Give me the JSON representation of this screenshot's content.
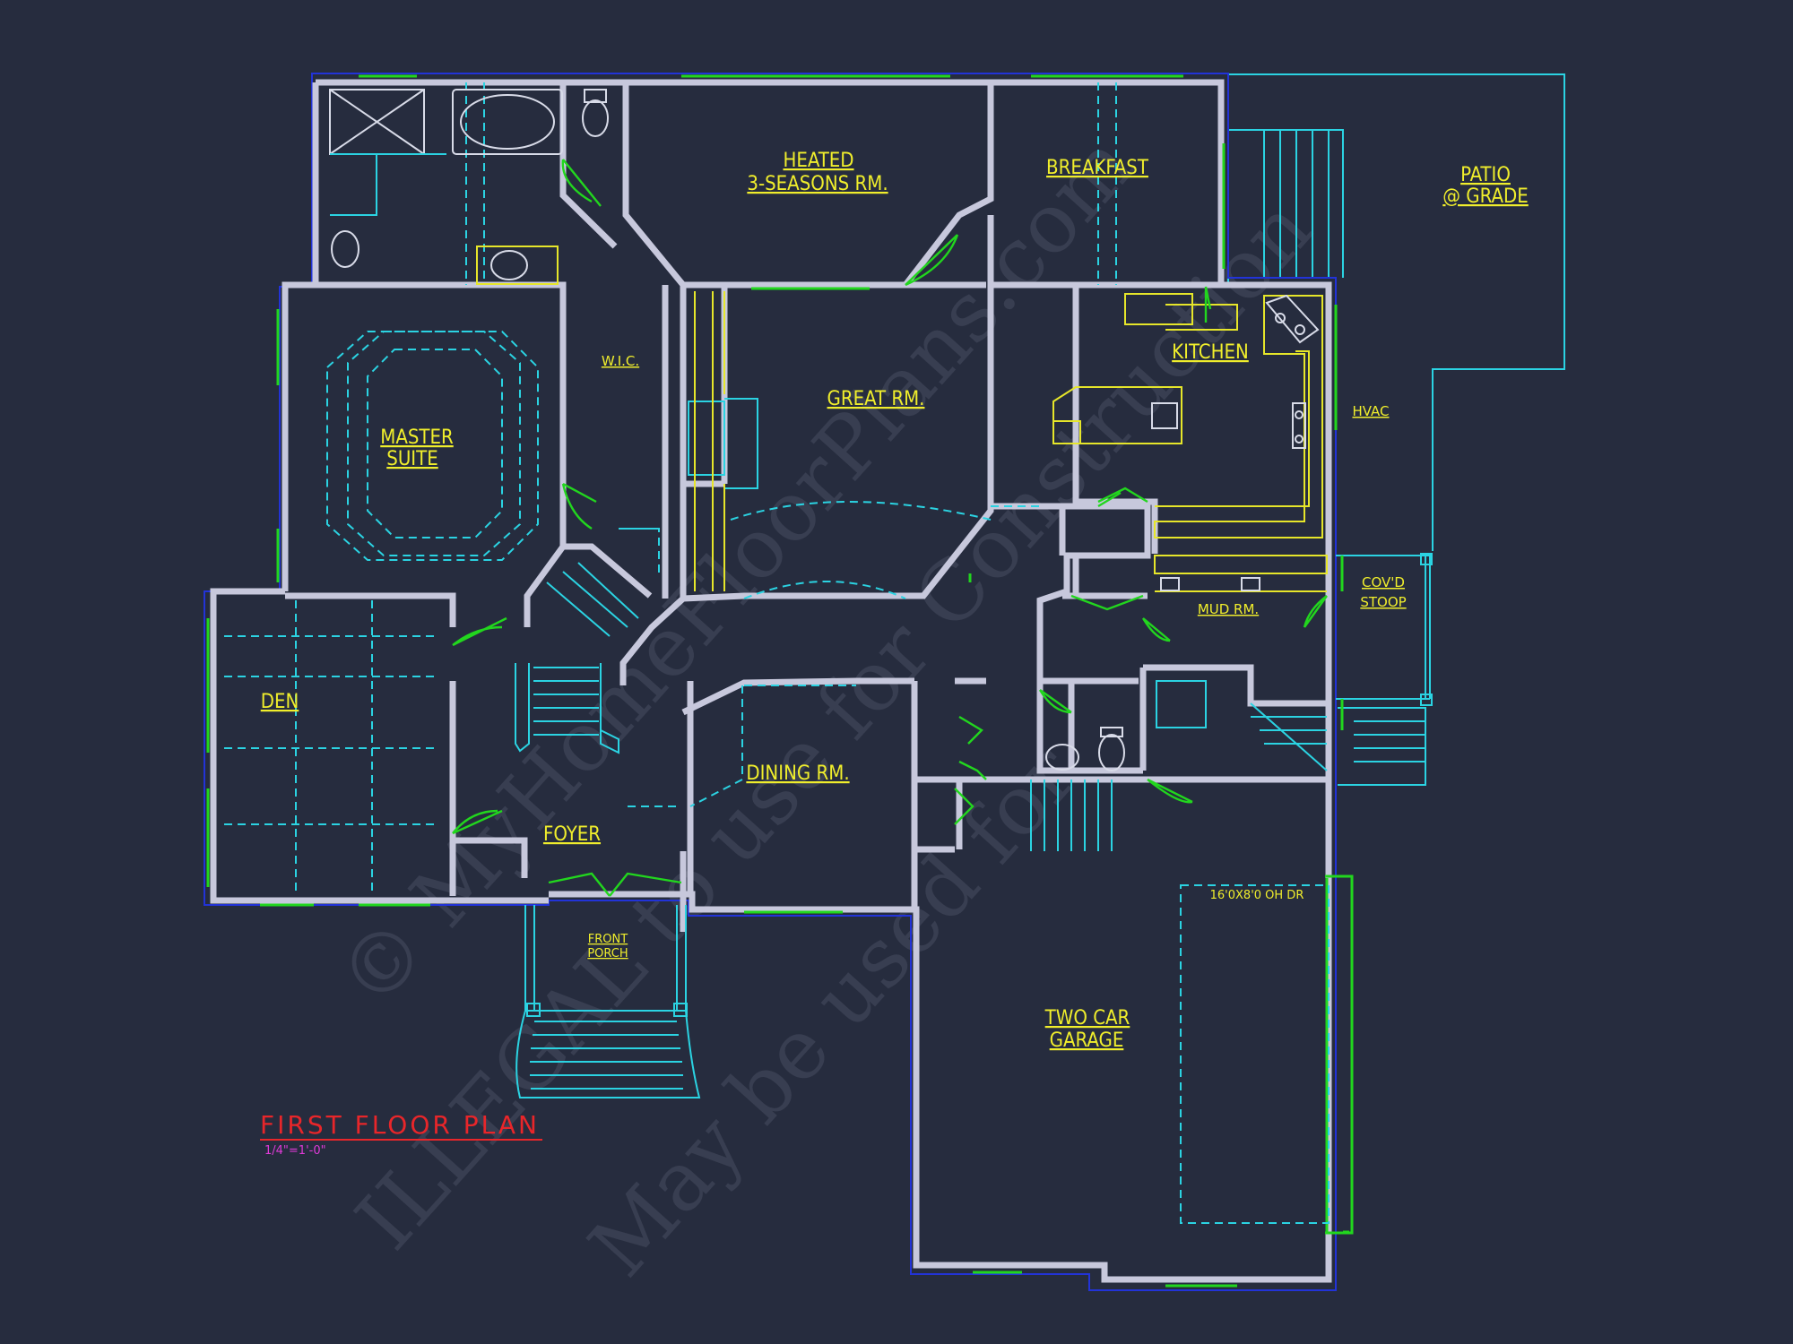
{
  "rooms": {
    "heated_line1": "HEATED",
    "heated_line2": "3-SEASONS RM.",
    "breakfast": "BREAKFAST",
    "patio_line1": "PATIO",
    "patio_line2": "@ GRADE",
    "wic": "W.I.C.",
    "master_line1": "MASTER",
    "master_line2": "SUITE",
    "great": "GREAT RM.",
    "kitchen": "KITCHEN",
    "hvac": "HVAC",
    "stoop_line1": "COV'D",
    "stoop_line2": "STOOP",
    "mud": "MUD RM.",
    "den": "DEN",
    "foyer": "FOYER",
    "dining": "DINING RM.",
    "porch_line1": "FRONT",
    "porch_line2": "PORCH",
    "garage_line1": "TWO CAR",
    "garage_line2": "GARAGE",
    "garage_door": "16'0X8'0 OH DR"
  },
  "plan_title": "FIRST FLOOR PLAN",
  "plan_scale": "1/4\"=1'-0\"",
  "watermark": {
    "line1": "© MyHomeFloorPlans.com",
    "line2": "ILLEGAL to use for Construction",
    "line3": "May be used for"
  },
  "colors": {
    "background": "#262c3e",
    "walls": "#c7c8dc",
    "outline": "#2233d8",
    "windows_doors": "#22d61e",
    "dashed_features": "#2bd3e2",
    "labels": "#f0ee2c",
    "title": "#e8262a",
    "scale": "#e03ad8"
  }
}
